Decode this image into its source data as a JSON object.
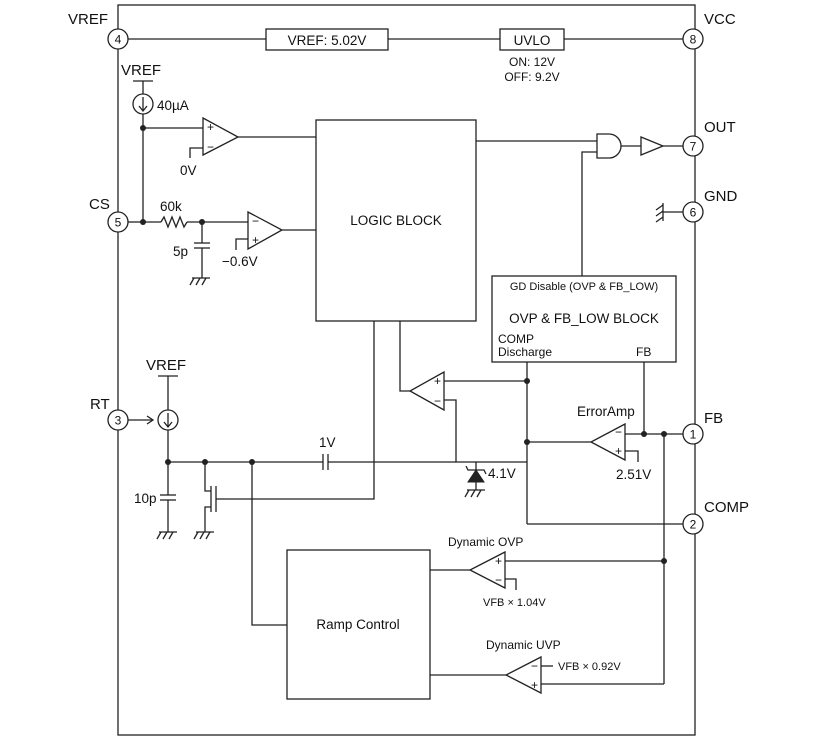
{
  "pins": [
    {
      "num": "4",
      "name": "VREF"
    },
    {
      "num": "8",
      "name": "VCC"
    },
    {
      "num": "7",
      "name": "OUT"
    },
    {
      "num": "6",
      "name": "GND"
    },
    {
      "num": "5",
      "name": "CS"
    },
    {
      "num": "3",
      "name": "RT"
    },
    {
      "num": "1",
      "name": "FB"
    },
    {
      "num": "2",
      "name": "COMP"
    }
  ],
  "blocks": {
    "vref_reg": "VREF: 5.02V",
    "uvlo": "UVLO",
    "uvlo_on": "ON: 12V",
    "uvlo_off": "OFF: 9.2V",
    "logic": "LOGIC BLOCK",
    "gd_disable": "GD Disable (OVP & FB_LOW)",
    "ovp_block": "OVP & FB_LOW BLOCK",
    "comp_discharge_1": "COMP",
    "comp_discharge_2": "Discharge",
    "ovp_fb": "FB",
    "ramp": "Ramp Control"
  },
  "labels": {
    "vref_cs": "VREF",
    "i40": "40µA",
    "v0": "0V",
    "r60k": "60k",
    "c5p": "5p",
    "vneg06": "−0.6V",
    "vref_rt": "VREF",
    "c10p": "10p",
    "v1": "1V",
    "z41": "4.1V",
    "erramp": "ErrorAmp",
    "v251": "2.51V",
    "dyn_ovp": "Dynamic OVP",
    "vfb104": "VFB × 1.04V",
    "dyn_uvp": "Dynamic UVP",
    "vfb092": "VFB × 0.92V"
  }
}
